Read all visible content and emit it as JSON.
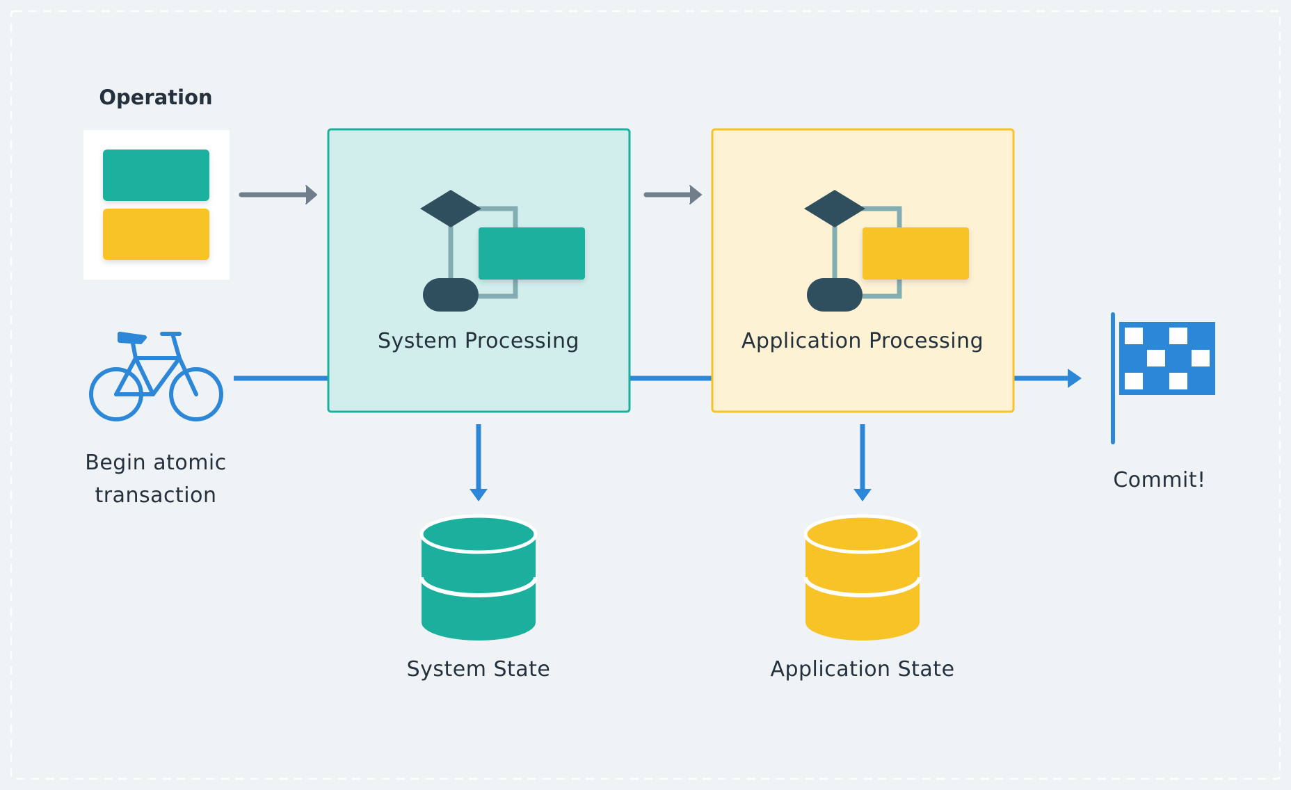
{
  "operation": {
    "title": "Operation"
  },
  "nodes": {
    "begin": {
      "label_line1": "Begin atomic",
      "label_line2": "transaction",
      "icon": "bicycle-icon"
    },
    "system_processing": {
      "label": "System Processing",
      "icon": "flowchart-icon"
    },
    "application_processing": {
      "label": "Application Processing",
      "icon": "flowchart-icon"
    },
    "system_state": {
      "label": "System State",
      "icon": "database-icon"
    },
    "application_state": {
      "label": "Application State",
      "icon": "database-icon"
    },
    "commit": {
      "label": "Commit!",
      "icon": "checkered-flag-icon"
    }
  },
  "colors": {
    "background": "#eff3f6",
    "teal": "#1bb09e",
    "teal_fill": "#d1eeed",
    "yellow": "#f7c327",
    "yellow_fill": "#fdf2d4",
    "blue": "#2d87d9",
    "grey_arrow": "#6f7e8a",
    "dark": "#2f4f5f",
    "text": "#24313d"
  }
}
